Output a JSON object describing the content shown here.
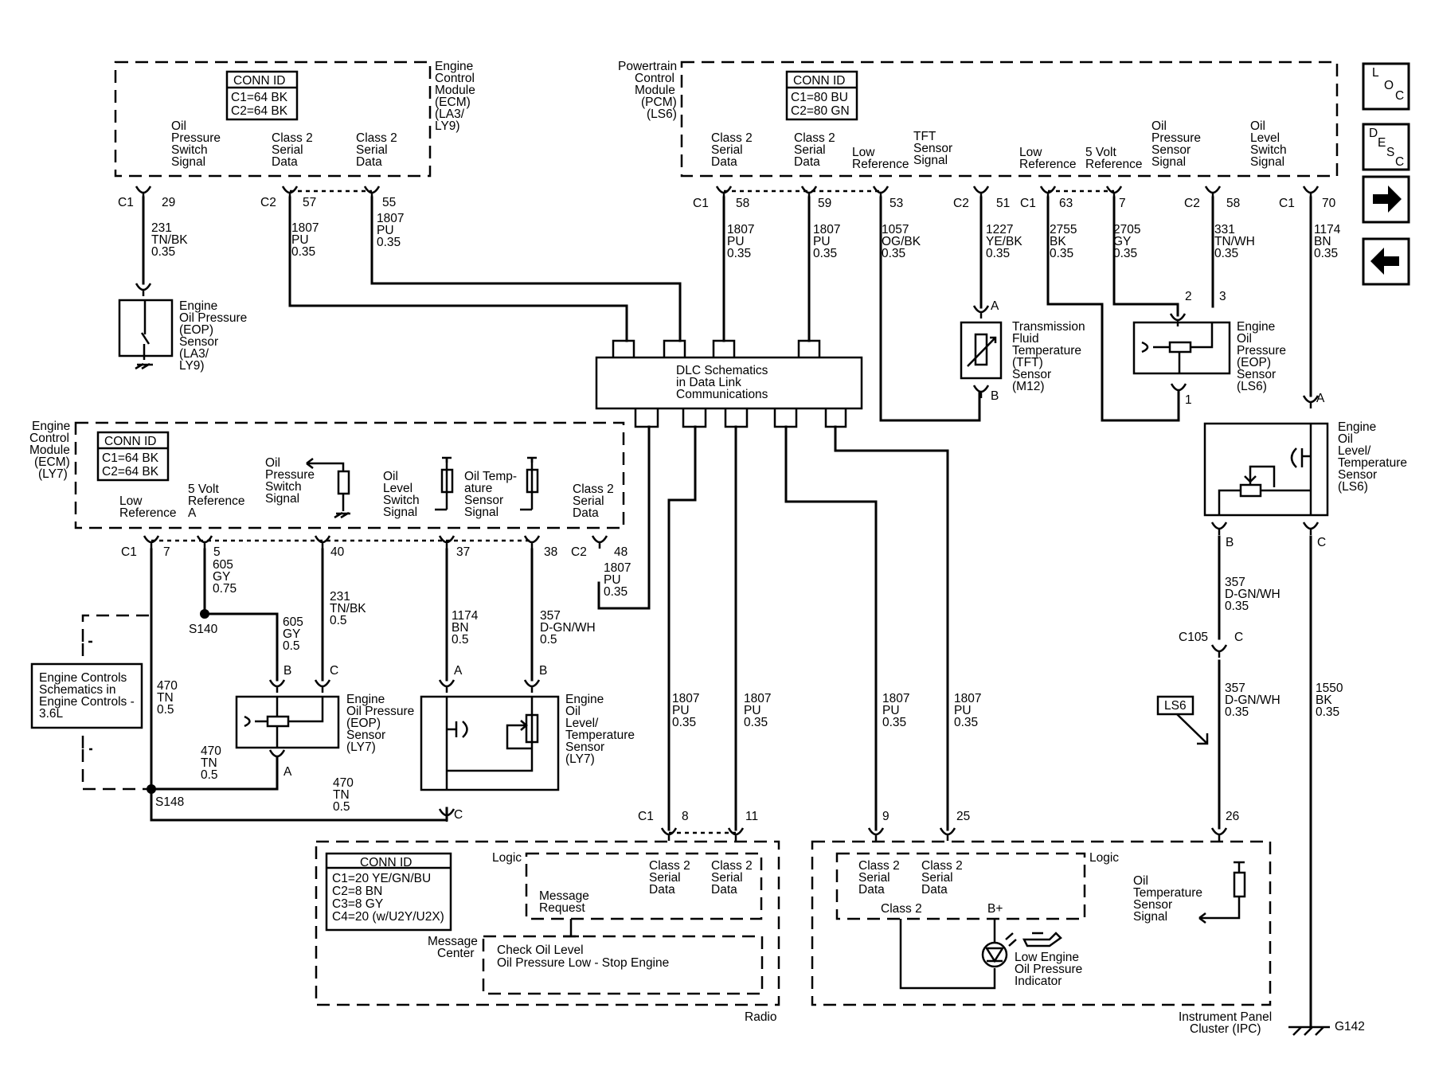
{
  "modules": {
    "ecm_top": {
      "name": [
        "Engine",
        "Control",
        "Module",
        "(ECM)",
        "(LA3/",
        "LY9)"
      ],
      "conn_title": "CONN ID",
      "conn_lines": [
        "C1=64 BK",
        "C2=64 BK"
      ],
      "pins": [
        [
          "Oil",
          "Pressure",
          "Switch",
          "Signal"
        ],
        [
          "Class 2",
          "Serial",
          "Data"
        ],
        [
          "Class 2",
          "Serial",
          "Data"
        ]
      ]
    },
    "pcm": {
      "name": [
        "Powertrain",
        "Control",
        "Module",
        "(PCM)",
        "(LS6)"
      ],
      "conn_title": "CONN ID",
      "conn_lines": [
        "C1=80 BU",
        "C2=80 GN"
      ],
      "pins": [
        [
          "Class 2",
          "Serial",
          "Data"
        ],
        [
          "Class 2",
          "Serial",
          "Data"
        ],
        [
          "Low",
          "Reference"
        ],
        [
          "TFT",
          "Sensor",
          "Signal"
        ],
        [
          "Low",
          "Reference"
        ],
        [
          "5 Volt",
          "Reference"
        ],
        [
          "Oil",
          "Pressure",
          "Sensor",
          "Signal"
        ],
        [
          "Oil",
          "Level",
          "Switch",
          "Signal"
        ]
      ]
    },
    "ecm_ly7": {
      "name": [
        "Engine",
        "Control",
        "Module",
        "(ECM)",
        "(LY7)"
      ],
      "conn_title": "CONN ID",
      "conn_lines": [
        "C1=64 BK",
        "C2=64 BK"
      ],
      "pins": [
        [
          "Low",
          "Reference"
        ],
        [
          "5 Volt",
          "Reference",
          "A"
        ],
        [
          "Oil",
          "Pressure",
          "Switch",
          "Signal"
        ],
        [
          "Oil",
          "Level",
          "Switch",
          "Signal"
        ],
        [
          "Oil Temp-",
          "ature",
          "Sensor",
          "Signal"
        ],
        [
          "Class 2",
          "Serial",
          "Data"
        ]
      ]
    },
    "radio": {
      "name": "Radio",
      "conn_title": "CONN ID",
      "conn_lines": [
        "C1=20 YE/GN/BU",
        "C2=8 BN",
        "C3=8 GY",
        "C4=20 (w/U2Y/U2X)"
      ],
      "logic": "Logic",
      "msg_req": [
        "Message",
        "Request"
      ],
      "msg_center": [
        "Message",
        "Center"
      ],
      "msgs": [
        "Check Oil Level",
        "Oil Pressure Low - Stop Engine"
      ],
      "pins": [
        [
          "Class 2",
          "Serial",
          "Data"
        ],
        [
          "Class 2",
          "Serial",
          "Data"
        ]
      ]
    },
    "ipc": {
      "name": [
        "Instrument Panel",
        "Cluster (IPC)"
      ],
      "logic": "Logic",
      "pins": [
        [
          "Class 2",
          "Serial",
          "Data"
        ],
        [
          "Class 2",
          "Serial",
          "Data"
        ]
      ],
      "class2": "Class 2",
      "bplus": "B+",
      "indicator": [
        "Low Engine",
        "Oil Pressure",
        "Indicator"
      ],
      "ots": [
        "Oil",
        "Temperature",
        "Sensor",
        "Signal"
      ]
    }
  },
  "dlc": [
    "DLC Schematics",
    "in Data Link",
    "Communications"
  ],
  "engine_controls_ref": [
    "Engine Controls",
    "Schematics in",
    "Engine Controls -",
    "3.6L"
  ],
  "components": {
    "eop_la3": [
      "Engine",
      "Oil Pressure",
      "(EOP)",
      "Sensor",
      "(LA3/",
      "LY9)"
    ],
    "tft": [
      "Transmission",
      "Fluid",
      "Temperature",
      "(TFT)",
      "Sensor",
      "(M12)"
    ],
    "eop_ls6": [
      "Engine",
      "Oil",
      "Pressure",
      "(EOP)",
      "Sensor",
      "(LS6)"
    ],
    "olt_ls6": [
      "Engine",
      "Oil",
      "Level/",
      "Temperature",
      "Sensor",
      "(LS6)"
    ],
    "eop_ly7": [
      "Engine",
      "Oil Pressure",
      "(EOP)",
      "Sensor",
      "(LY7)"
    ],
    "olt_ly7": [
      "Engine",
      "Oil",
      "Level/",
      "Temperature",
      "Sensor",
      "(LY7)"
    ]
  },
  "wires": {
    "w_ecm29": [
      "231",
      "TN/BK",
      "0.35"
    ],
    "w_ecm57": [
      "1807",
      "PU",
      "0.35"
    ],
    "w_ecm55": [
      "1807",
      "PU",
      "0.35"
    ],
    "w_pcm58": [
      "1807",
      "PU",
      "0.35"
    ],
    "w_pcm59": [
      "1807",
      "PU",
      "0.35"
    ],
    "w_pcm53": [
      "1057",
      "OG/BK",
      "0.35"
    ],
    "w_pcm51": [
      "1227",
      "YE/BK",
      "0.35"
    ],
    "w_pcm63": [
      "2755",
      "BK",
      "0.35"
    ],
    "w_pcm7": [
      "2705",
      "GY",
      "0.35"
    ],
    "w_pcm58b": [
      "331",
      "TN/WH",
      "0.35"
    ],
    "w_pcm70": [
      "1174",
      "BN",
      "0.35"
    ],
    "w_ly5": [
      "605",
      "GY",
      "0.75"
    ],
    "w_ly5b": [
      "605",
      "GY",
      "0.5"
    ],
    "w_ly40": [
      "231",
      "TN/BK",
      "0.5"
    ],
    "w_ly37": [
      "1174",
      "BN",
      "0.5"
    ],
    "w_ly38": [
      "357",
      "D-GN/WH",
      "0.5"
    ],
    "w_ly48": [
      "1807",
      "PU",
      "0.35"
    ],
    "w_ly7": [
      "470",
      "TN",
      "0.5"
    ],
    "w_s148a": [
      "470",
      "TN",
      "0.5"
    ],
    "w_s148b": [
      "470",
      "TN",
      "0.5"
    ],
    "w_olt_b": [
      "357",
      "D-GN/WH",
      "0.35"
    ],
    "w_c105": [
      "357",
      "D-GN/WH",
      "0.35"
    ],
    "w_g142": [
      "1550",
      "BK",
      "0.35"
    ],
    "w_r8": [
      "1807",
      "PU",
      "0.35"
    ],
    "w_r11": [
      "1807",
      "PU",
      "0.35"
    ],
    "w_i9": [
      "1807",
      "PU",
      "0.35"
    ],
    "w_i25": [
      "1807",
      "PU",
      "0.35"
    ]
  },
  "labels": {
    "c1": "C1",
    "c2": "C2",
    "s140": "S140",
    "s148": "S148",
    "c105": "C105",
    "g142": "G142",
    "ls6_tag": "LS6",
    "p29": "29",
    "p57": "57",
    "p55": "55",
    "p58": "58",
    "p59": "59",
    "p53": "53",
    "p51": "51",
    "p63": "63",
    "p7": "7",
    "p58b": "58",
    "p70": "70",
    "p7b": "7",
    "p5": "5",
    "p40": "40",
    "p37": "37",
    "p38": "38",
    "p48": "48",
    "p8": "8",
    "p11": "11",
    "p9": "9",
    "p25": "25",
    "p26": "26",
    "A": "A",
    "B": "B",
    "C": "C",
    "n1": "1",
    "n2": "2",
    "n3": "3"
  },
  "nav": {
    "loc": [
      "L",
      "O",
      "C"
    ],
    "desc": [
      "D",
      "E",
      "S",
      "C"
    ]
  }
}
